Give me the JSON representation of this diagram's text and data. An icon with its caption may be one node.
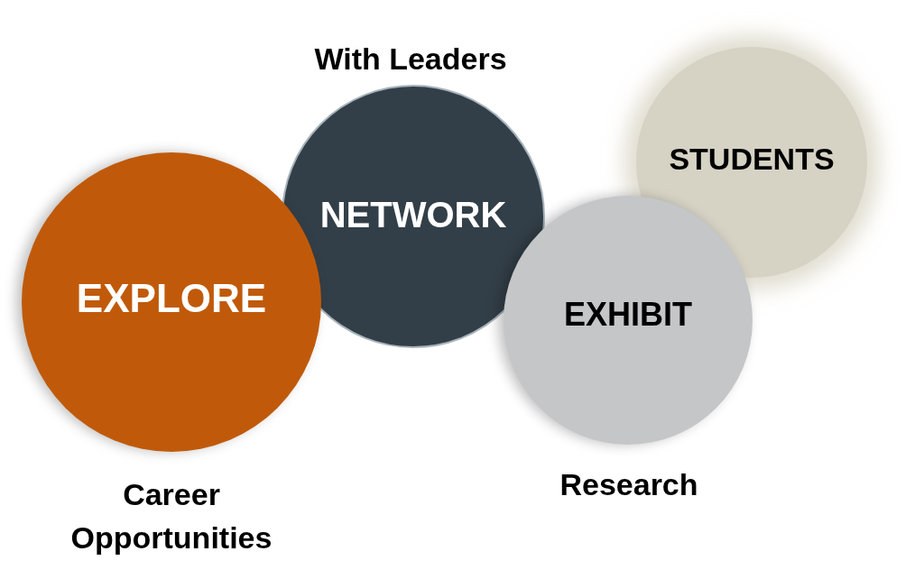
{
  "diagram": {
    "nodes": [
      {
        "text": [
          "EXPLORE"
        ],
        "beside": [
          "Career Opportunities"
        ]
      },
      {
        "text": [
          "NETWORK"
        ],
        "beside": [
          "With Leaders"
        ]
      },
      {
        "text": [
          "EXHIBIT"
        ],
        "beside": [
          "Research"
        ]
      },
      {
        "text": [
          "STUDENTS"
        ]
      }
    ]
  }
}
